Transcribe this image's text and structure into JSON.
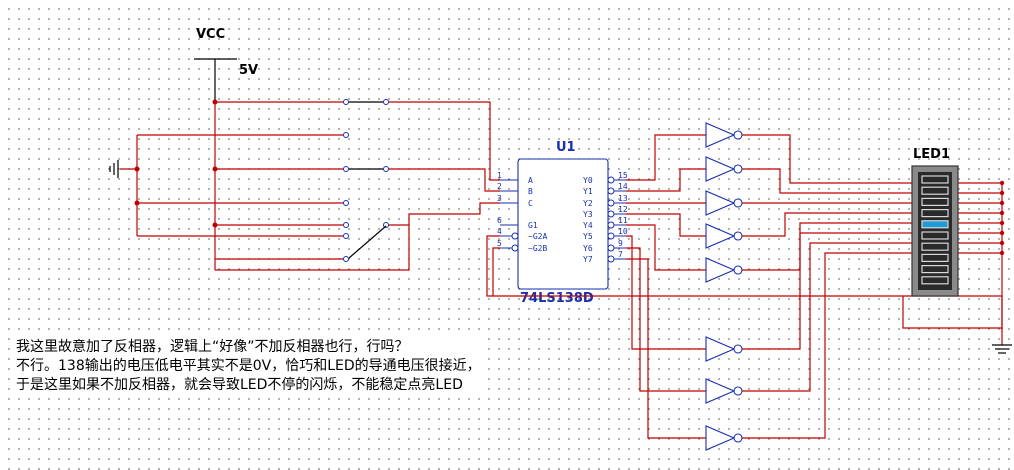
{
  "labels": {
    "vcc": "VCC",
    "vcc_voltage": "5V",
    "ic_ref": "U1",
    "ic_part": "74LS138D",
    "led_ref": "LED1"
  },
  "ic": {
    "inputs": [
      "A",
      "B",
      "C",
      "G1",
      "~G2A",
      "~G2B"
    ],
    "input_pins": [
      "1",
      "2",
      "3",
      "6",
      "4",
      "5"
    ],
    "outputs": [
      "Y0",
      "Y1",
      "Y2",
      "Y3",
      "Y4",
      "Y5",
      "Y6",
      "Y7"
    ],
    "output_pins": [
      "15",
      "14",
      "13",
      "12",
      "11",
      "10",
      "9",
      "7"
    ]
  },
  "led_bar": {
    "segments": 10,
    "lit_segment_index": 4,
    "lit_color": "#1e9ad6"
  },
  "colors": {
    "wire": "#c00000",
    "component": "#1a2fb0"
  },
  "note": {
    "line1": "我这里故意加了反相器，逻辑上“好像”不加反相器也行，行吗？",
    "line2": "不行。138输出的电压低电平其实不是0V，恰巧和LED的导通电压很接近，",
    "line3": "于是这里如果不加反相器，就会导致LED不停的闪烁，不能稳定点亮LED"
  }
}
